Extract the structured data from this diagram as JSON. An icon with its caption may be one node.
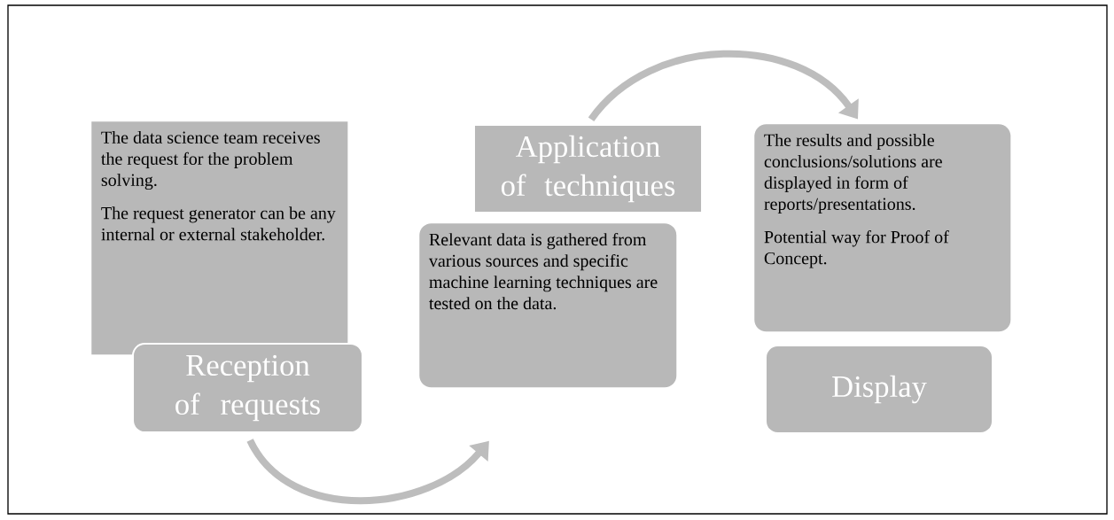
{
  "diagram": {
    "nodes": [
      {
        "text": [
          "The data science team receives the request for the problem solving.",
          "The request generator can be any internal or external stakeholder."
        ]
      },
      {
        "text": [
          "Reception of requests"
        ]
      },
      {
        "text": [
          "Application of techniques"
        ]
      },
      {
        "text": [
          "Relevant data is gathered from various sources and specific machine learning techniques are tested on the data."
        ]
      },
      {
        "text": [
          "The results and possible conclusions/solutions are displayed in form of reports/presentations.",
          "Potential way for Proof of Concept."
        ]
      },
      {
        "text": [
          "Display"
        ]
      }
    ],
    "edges": [
      {
        "from": 1,
        "to": 3,
        "arrow": "to"
      },
      {
        "from": 2,
        "to": 4,
        "arrow": "to"
      }
    ]
  }
}
